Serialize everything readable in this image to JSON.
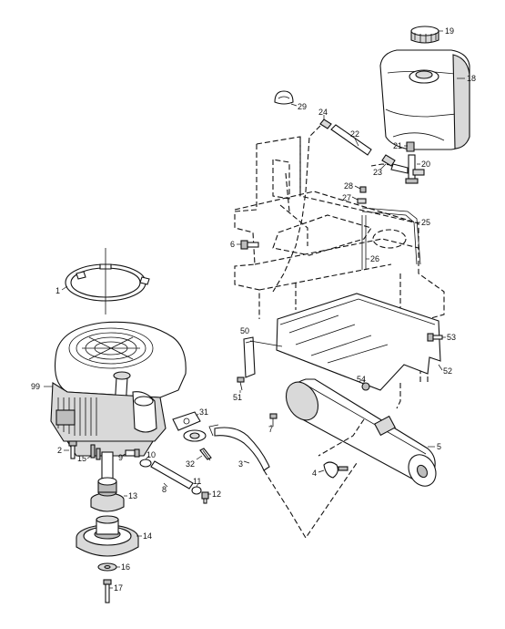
{
  "callouts": [
    {
      "id": "c1",
      "text": "1"
    },
    {
      "id": "c2",
      "text": "2"
    },
    {
      "id": "c3",
      "text": "3"
    },
    {
      "id": "c4",
      "text": "4"
    },
    {
      "id": "c5",
      "text": "5"
    },
    {
      "id": "c6",
      "text": "6"
    },
    {
      "id": "c7",
      "text": "7"
    },
    {
      "id": "c8",
      "text": "8"
    },
    {
      "id": "c9",
      "text": "9"
    },
    {
      "id": "c10",
      "text": "10"
    },
    {
      "id": "c11",
      "text": "11"
    },
    {
      "id": "c12",
      "text": "12"
    },
    {
      "id": "c13",
      "text": "13"
    },
    {
      "id": "c14",
      "text": "14"
    },
    {
      "id": "c15",
      "text": "15"
    },
    {
      "id": "c16",
      "text": "16"
    },
    {
      "id": "c17",
      "text": "17"
    },
    {
      "id": "c18",
      "text": "18"
    },
    {
      "id": "c19",
      "text": "19"
    },
    {
      "id": "c20",
      "text": "20"
    },
    {
      "id": "c21",
      "text": "21"
    },
    {
      "id": "c22",
      "text": "22"
    },
    {
      "id": "c23",
      "text": "23"
    },
    {
      "id": "c24",
      "text": "24"
    },
    {
      "id": "c25",
      "text": "25"
    },
    {
      "id": "c26",
      "text": "26"
    },
    {
      "id": "c27",
      "text": "27"
    },
    {
      "id": "c28",
      "text": "28"
    },
    {
      "id": "c29",
      "text": "29"
    },
    {
      "id": "c31",
      "text": "31"
    },
    {
      "id": "c32",
      "text": "32"
    },
    {
      "id": "c50",
      "text": "50"
    },
    {
      "id": "c51",
      "text": "51"
    },
    {
      "id": "c52",
      "text": "52"
    },
    {
      "id": "c53",
      "text": "53"
    },
    {
      "id": "c54",
      "text": "54"
    },
    {
      "id": "c99",
      "text": "99"
    }
  ]
}
